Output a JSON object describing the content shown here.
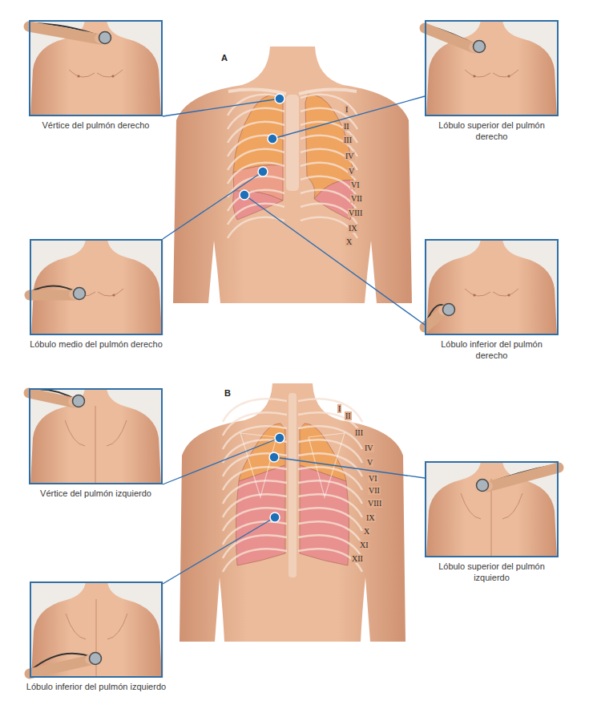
{
  "diagram": {
    "nodes": [
      {
        "text": [
          "Vértice del pulmón derecho"
        ]
      },
      {
        "text": [
          "Lóbulo superior del pulmón derecho"
        ]
      },
      {
        "text": [
          "Lóbulo medio del pulmón derecho"
        ]
      },
      {
        "text": [
          "Lóbulo inferior del pulmón derecho"
        ]
      },
      {
        "text": [
          "Vértice del pulmón izquierdo"
        ]
      },
      {
        "text": [
          "Lóbulo superior del pulmón izquierdo"
        ]
      },
      {
        "text": [
          "Lóbulo inferior del pulmón izquierdo"
        ]
      }
    ],
    "labels": [
      "A",
      "I",
      "II",
      "III",
      "IV",
      "V",
      "VI",
      "VII",
      "VIII",
      "IX",
      "X",
      "B",
      "I",
      "II",
      "III",
      "IV",
      "V",
      "VI",
      "VII",
      "VIII",
      "IX",
      "X",
      "XI",
      "XII"
    ]
  }
}
